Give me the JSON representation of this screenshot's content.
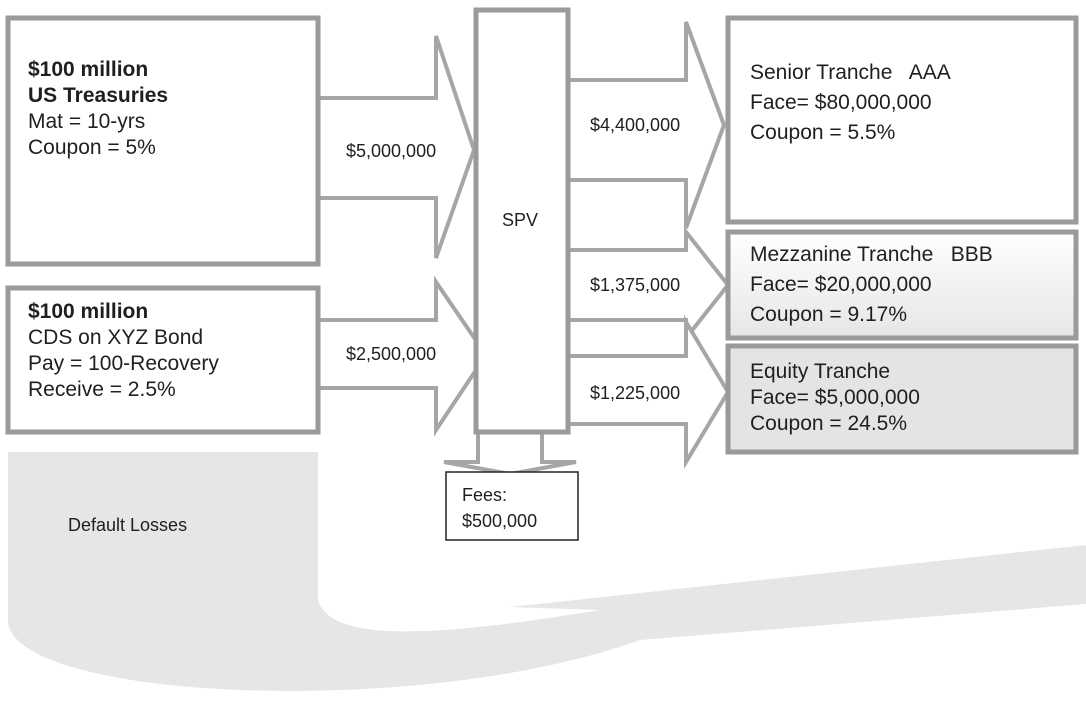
{
  "treasuries": {
    "title": "$100 million",
    "subtitle": "US Treasuries",
    "line1": "Mat = 10-yrs",
    "line2": "Coupon = 5%"
  },
  "cds": {
    "title": "$100 million",
    "line1": "CDS on XYZ Bond",
    "line2": "Pay = 100-Recovery",
    "line3": "Receive = 2.5%"
  },
  "flows": {
    "treasury_to_spv": "$5,000,000",
    "cds_to_spv": "$2,500,000",
    "spv_to_senior": "$4,400,000",
    "spv_to_mezz": "$1,375,000",
    "spv_to_equity": "$1,225,000"
  },
  "spv": {
    "label": "SPV"
  },
  "fees": {
    "line1": "Fees:",
    "line2": "$500,000"
  },
  "default_losses": "Default Losses",
  "tranches": {
    "senior": {
      "name": "Senior Tranche   AAA",
      "face": "Face= $80,000,000",
      "coupon": "Coupon = 5.5%"
    },
    "mezz": {
      "name": "Mezzanine Tranche   BBB",
      "face": "Face= $20,000,000",
      "coupon": "Coupon = 9.17%"
    },
    "equity": {
      "name": "Equity Tranche",
      "face": "Face= $5,000,000",
      "coupon": "Coupon = 24.5%"
    }
  },
  "colors": {
    "border": "#9a9a9a",
    "arrow_stroke": "#a6a6a6",
    "loss_fill": "#e6e6e6",
    "equity_fill": "#e4e4e4"
  }
}
